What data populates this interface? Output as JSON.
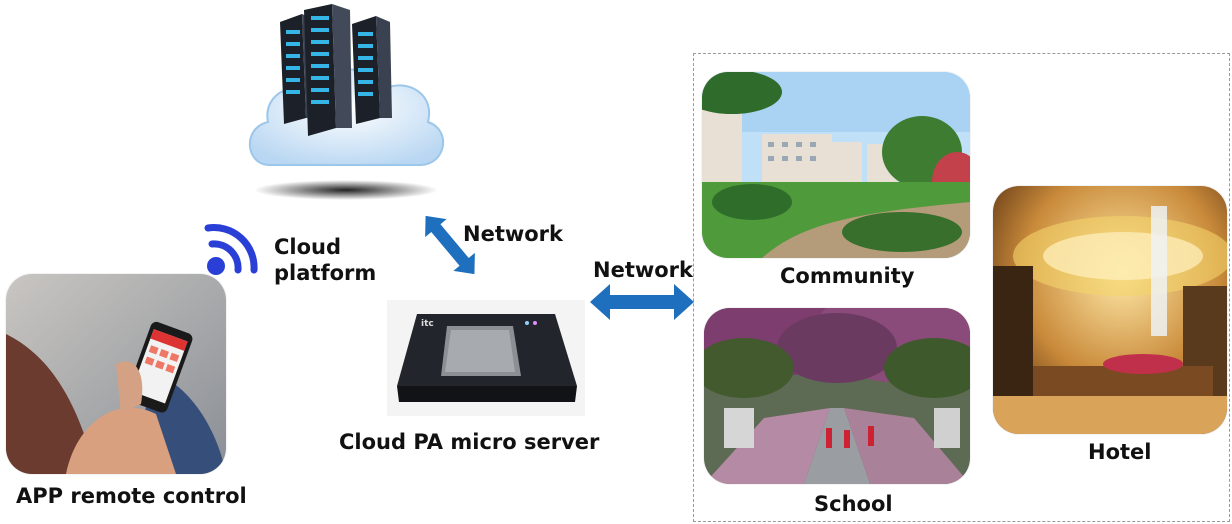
{
  "labels": {
    "cloud_platform_line1": "Cloud",
    "cloud_platform_line2": "platform",
    "network_top": "Network",
    "network_right": "Network",
    "server": "Cloud PA micro server",
    "app": "APP remote control",
    "community": "Community",
    "school": "School",
    "hotel": "Hotel"
  },
  "device_brand": "itc",
  "colors": {
    "arrow": "#1f6fbf",
    "wifi": "#2a3fd6",
    "cloud": "#cfe3f5",
    "server_body": "#2a2f3a",
    "server_lights": "#36b6e6"
  },
  "icons": [
    "wifi-icon",
    "cloud-server-icon",
    "double-arrow-icon",
    "pa-server-device-icon"
  ]
}
